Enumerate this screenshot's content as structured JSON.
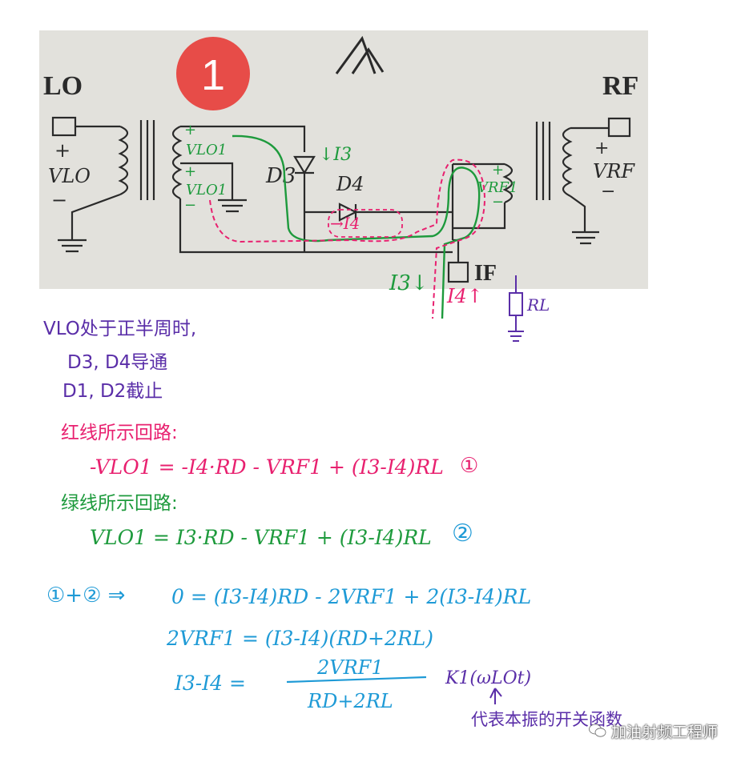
{
  "photo": {
    "badge": "1",
    "label_lo": "LO",
    "label_rf": "RF",
    "label_if": "IF",
    "vlo": "VLO",
    "vrf": "VRF",
    "vlo1": "VLO1",
    "vrf1": "VRF1",
    "d3": "D3",
    "d4": "D4",
    "plus": "+",
    "minus": "−"
  },
  "annotations": {
    "i3_near_d3": "↓I3",
    "i4_in_loop": "→I4",
    "i3_below": "I3↓",
    "i4_below": "I4↑",
    "rl": "RL"
  },
  "notes": {
    "line1": "VLO处于正半周时,",
    "line2": "D3, D4导通",
    "line3": "D1, D2截止",
    "red_heading": "红线所示回路:",
    "red_eq": "-VLO1 = -I4·RD - VRF1 + (I3-I4)RL",
    "red_eq_num": "①",
    "green_heading": "绿线所示回路:",
    "green_eq": "VLO1 = I3·RD - VRF1 + (I3-I4)RL",
    "green_eq_num": "②",
    "sum_lhs": "①+② ⇒",
    "sum_eq1": "0 = (I3-I4)RD - 2VRF1 + 2(I3-I4)RL",
    "sum_eq2": "2VRF1 = (I3-I4)(RD+2RL)",
    "sum_eq3_lhs": "I3-I4 =",
    "sum_eq3_num": "2VRF1",
    "sum_eq3_den": "RD+2RL",
    "k1": "K1(ωLOt)",
    "k1_note": "代表本振的开关函数"
  },
  "watermark": "加油射频工程师",
  "colors": {
    "purple": "#5a2ea8",
    "red": "#e8206f",
    "green": "#1d9a3c",
    "blue": "#1e9ad6",
    "photo_bg": "#e2e1dc",
    "ink": "#2a2a2a",
    "badge": "#e74c48"
  }
}
